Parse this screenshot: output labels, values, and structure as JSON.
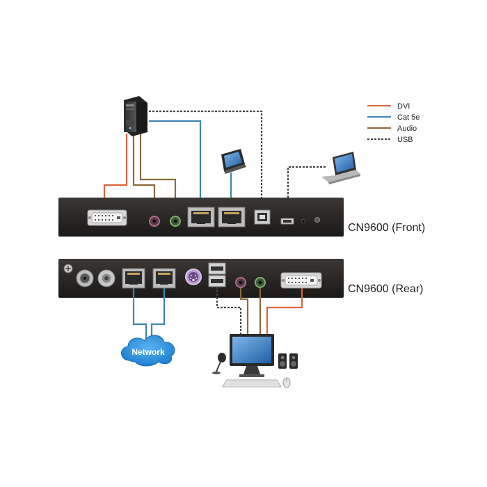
{
  "legend": {
    "items": [
      {
        "label": "DVI",
        "color": "#d9663a",
        "style": "solid"
      },
      {
        "label": "Cat 5e",
        "color": "#3d86b3",
        "style": "solid"
      },
      {
        "label": "Audio",
        "color": "#8a6a3a",
        "style": "solid"
      },
      {
        "label": "USB",
        "color": "#444444",
        "style": "dashed"
      }
    ]
  },
  "units": {
    "front_label": "CN9600 (Front)",
    "rear_label": "CN9600 (Rear)"
  },
  "network": {
    "label": "Network"
  },
  "colors": {
    "dvi": "#d9663a",
    "cat5e": "#3d86b3",
    "audio": "#8a6a3a",
    "usb": "#444444",
    "panel": "#2a2725",
    "cloud": "#2a8fd8"
  },
  "icons": {
    "pc": "desktop-tower-icon",
    "touch_panel": "touch-panel-icon",
    "laptop": "laptop-icon",
    "cloud": "network-cloud-icon",
    "workstation": "monitor-keyboard-mouse-icon",
    "microphone": "microphone-icon",
    "speakers": "speakers-icon"
  }
}
